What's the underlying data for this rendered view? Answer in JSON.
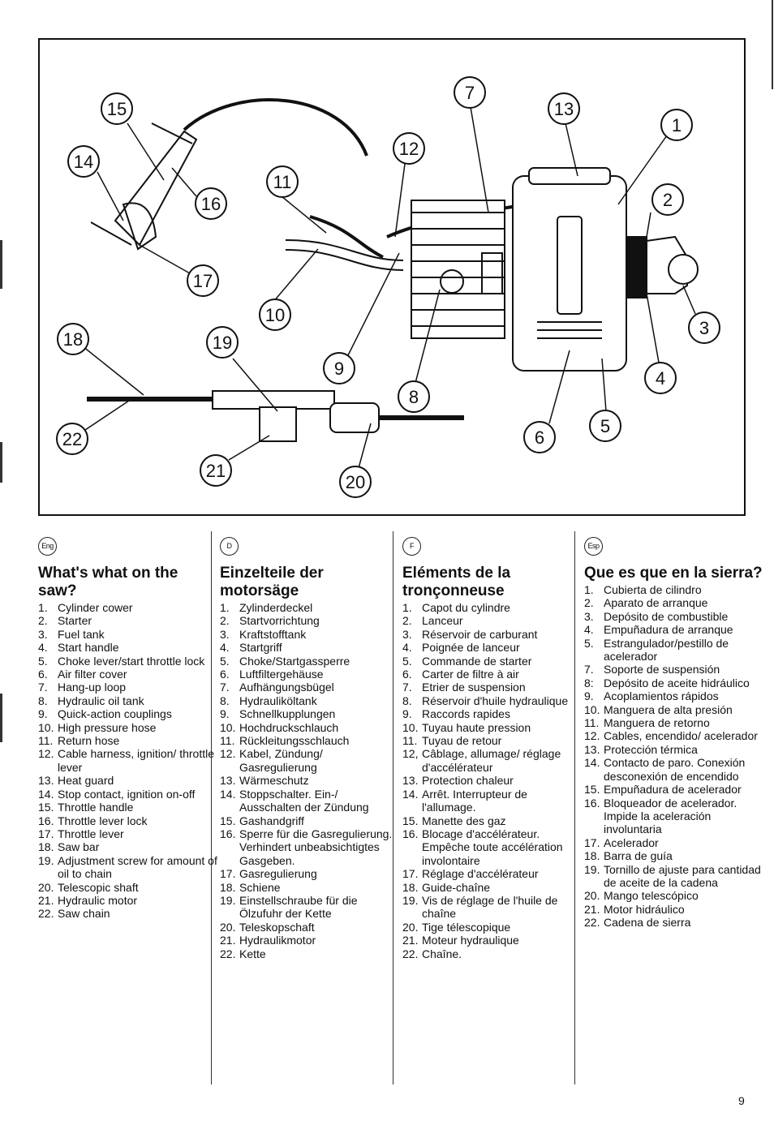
{
  "page_number": "9",
  "callouts": [
    "1",
    "2",
    "3",
    "4",
    "5",
    "6",
    "7",
    "8",
    "9",
    "10",
    "11",
    "12",
    "13",
    "14",
    "15",
    "16",
    "17",
    "18",
    "19",
    "20",
    "21",
    "22"
  ],
  "columns": [
    {
      "lang": "Eng",
      "title": "What's what on the saw?",
      "items": [
        {
          "n": "1.",
          "t": "Cylinder cower"
        },
        {
          "n": "2.",
          "t": "Starter"
        },
        {
          "n": "3.",
          "t": "Fuel tank"
        },
        {
          "n": "4.",
          "t": "Start handle"
        },
        {
          "n": "5.",
          "t": "Choke lever/start throttle lock"
        },
        {
          "n": "6.",
          "t": "Air filter cover"
        },
        {
          "n": "7.",
          "t": "Hang-up loop"
        },
        {
          "n": "8.",
          "t": "Hydraulic oil tank"
        },
        {
          "n": "9.",
          "t": "Quick-action couplings"
        },
        {
          "n": "10.",
          "t": "High pressure hose"
        },
        {
          "n": "11.",
          "t": "Return hose"
        },
        {
          "n": "12.",
          "t": "Cable harness, ignition/ throttle lever"
        },
        {
          "n": "13.",
          "t": "Heat guard"
        },
        {
          "n": "14.",
          "t": "Stop contact, ignition on-off"
        },
        {
          "n": "15.",
          "t": "Throttle handle"
        },
        {
          "n": "16.",
          "t": "Throttle lever lock"
        },
        {
          "n": "17.",
          "t": "Throttle lever"
        },
        {
          "n": "18.",
          "t": "Saw bar"
        },
        {
          "n": "19.",
          "t": "Adjustment screw for amount of oil to chain"
        },
        {
          "n": "20.",
          "t": "Telescopic shaft"
        },
        {
          "n": "21.",
          "t": "Hydraulic motor"
        },
        {
          "n": "22.",
          "t": "Saw chain"
        }
      ]
    },
    {
      "lang": "D",
      "title": "Einzelteile der motorsäge",
      "items": [
        {
          "n": "1.",
          "t": "Zylinderdeckel"
        },
        {
          "n": "2.",
          "t": "Startvorrichtung"
        },
        {
          "n": "3.",
          "t": "Kraftstofftank"
        },
        {
          "n": "4.",
          "t": "Startgriff"
        },
        {
          "n": "5.",
          "t": "Choke/Startgassperre"
        },
        {
          "n": "6.",
          "t": "Luftfiltergehäuse"
        },
        {
          "n": "7.",
          "t": "Aufhängungsbügel"
        },
        {
          "n": "8.",
          "t": "Hydrauliköltank"
        },
        {
          "n": "9.",
          "t": "Schnellkupplungen"
        },
        {
          "n": "10.",
          "t": "Hochdruckschlauch"
        },
        {
          "n": "11.",
          "t": "Rückleitungsschlauch"
        },
        {
          "n": "12.",
          "t": "Kabel, Zündung/ Gasregulierung"
        },
        {
          "n": "13.",
          "t": "Wärmeschutz"
        },
        {
          "n": "14.",
          "t": "Stoppschalter. Ein-/ Ausschalten der Zündung"
        },
        {
          "n": "15.",
          "t": "Gashandgriff"
        },
        {
          "n": "16.",
          "t": "Sperre für die Gasregulierung. Verhindert unbeabsichtigtes Gasgeben."
        },
        {
          "n": "17.",
          "t": "Gasregulierung"
        },
        {
          "n": "18.",
          "t": "Schiene"
        },
        {
          "n": "19.",
          "t": "Einstellschraube für die Ölzufuhr der Kette"
        },
        {
          "n": "20.",
          "t": "Teleskopschaft"
        },
        {
          "n": "21.",
          "t": "Hydraulikmotor"
        },
        {
          "n": "22.",
          "t": "Kette"
        }
      ]
    },
    {
      "lang": "F",
      "title": "Eléments de la tronçonneuse",
      "items": [
        {
          "n": "1.",
          "t": "Capot du cylindre"
        },
        {
          "n": "2.",
          "t": "Lanceur"
        },
        {
          "n": "3.",
          "t": "Réservoir de carburant"
        },
        {
          "n": "4.",
          "t": "Poignée de lanceur"
        },
        {
          "n": "5.",
          "t": "Commande de starter"
        },
        {
          "n": "6.",
          "t": "Carter de filtre à air"
        },
        {
          "n": "7.",
          "t": "Etrier de suspension"
        },
        {
          "n": "8.",
          "t": "Réservoir d'huile hydraulique"
        },
        {
          "n": "9.",
          "t": "Raccords rapides"
        },
        {
          "n": "10.",
          "t": "Tuyau haute pression"
        },
        {
          "n": "11.",
          "t": "Tuyau de retour"
        },
        {
          "n": "12,",
          "t": "Câblage, allumage/ réglage d'accélérateur"
        },
        {
          "n": "13.",
          "t": "Protection chaleur"
        },
        {
          "n": "14.",
          "t": "Arrêt. Interrupteur de l'allumage."
        },
        {
          "n": "15.",
          "t": "Manette des gaz"
        },
        {
          "n": "16.",
          "t": "Blocage d'accélérateur. Empêche toute accélération involontaire"
        },
        {
          "n": "17.",
          "t": "Réglage d'accélérateur"
        },
        {
          "n": "18.",
          "t": "Guide-chaîne"
        },
        {
          "n": "19.",
          "t": "Vis de réglage de l'huile de chaîne"
        },
        {
          "n": "20.",
          "t": "Tige télescopique"
        },
        {
          "n": "21.",
          "t": "Moteur hydraulique"
        },
        {
          "n": "22.",
          "t": "Chaîne."
        }
      ]
    },
    {
      "lang": "Esp",
      "title": "Que es que en la sierra?",
      "items": [
        {
          "n": "1.",
          "t": "Cubierta de cilindro"
        },
        {
          "n": "2.",
          "t": "Aparato de arranque"
        },
        {
          "n": "3.",
          "t": "Depósito de combustible"
        },
        {
          "n": "4.",
          "t": "Empuñadura de arranque"
        },
        {
          "n": "5.",
          "t": "Estrangulador/pestillo de acelerador"
        },
        {
          "n": "7.",
          "t": "Soporte de suspensión"
        },
        {
          "n": "8:",
          "t": "Depósito de aceite hidráulico"
        },
        {
          "n": "9.",
          "t": "Acoplamientos rápidos"
        },
        {
          "n": "10.",
          "t": "Manguera de alta presión"
        },
        {
          "n": "11.",
          "t": "Manguera de retorno"
        },
        {
          "n": "12.",
          "t": "Cables, encendido/ acelerador"
        },
        {
          "n": "13.",
          "t": "Protección térmica"
        },
        {
          "n": "14.",
          "t": "Contacto de paro. Conexión desconexión de encendido"
        },
        {
          "n": "15.",
          "t": "Empuñadura de acelerador"
        },
        {
          "n": "16.",
          "t": "Bloqueador de acelerador. Impide la aceleración involuntaria"
        },
        {
          "n": "17.",
          "t": "Acelerador"
        },
        {
          "n": "18.",
          "t": "Barra de guía"
        },
        {
          "n": "19.",
          "t": "Tornillo de ajuste para cantidad de aceite de la cadena"
        },
        {
          "n": "20.",
          "t": "Mango telescópico"
        },
        {
          "n": "21.",
          "t": "Motor hidráulico"
        },
        {
          "n": "22.",
          "t": "Cadena de sierra"
        }
      ]
    }
  ]
}
